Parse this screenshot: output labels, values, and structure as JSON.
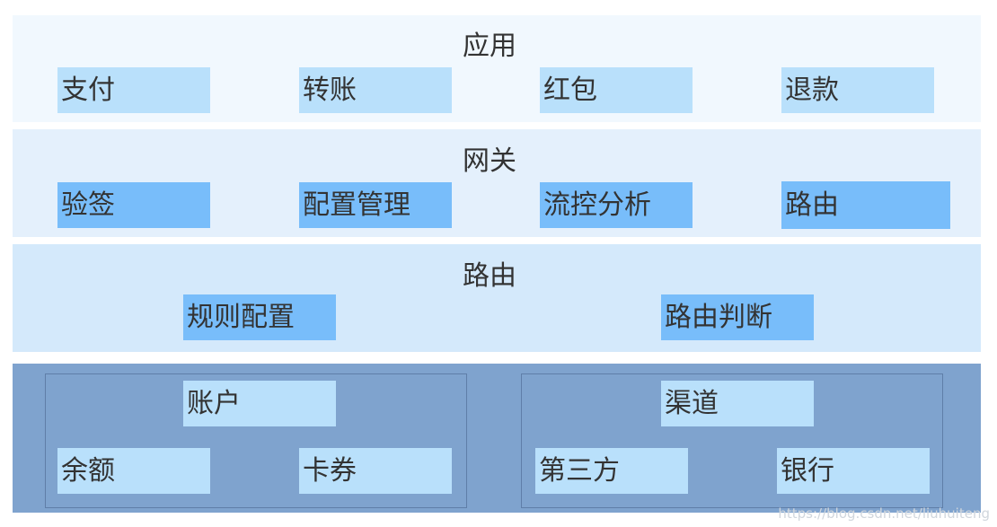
{
  "colors": {
    "app_layer_bg": "#f1f8fe",
    "gateway_layer_bg": "#e4f0fc",
    "routing_layer_bg": "#d4e9fb",
    "account_layer_bg": "#7fa3ce",
    "app_module": "#b9e0fb",
    "gateway_module": "#78bdfa",
    "routing_module": "#78bdfa",
    "account_module": "#b9e0fb",
    "group_frame_border": "#5f7ea8"
  },
  "layers": {
    "application": {
      "title": "应用",
      "modules": [
        "支付",
        "转账",
        "红包",
        "退款"
      ]
    },
    "gateway": {
      "title": "网关",
      "modules": [
        "验签",
        "配置管理",
        "流控分析",
        "路由"
      ]
    },
    "routing": {
      "title": "路由",
      "modules": [
        "规则配置",
        "路由判断"
      ]
    },
    "core": {
      "account_group": {
        "title": "账户",
        "modules": [
          "余额",
          "卡券"
        ]
      },
      "channel_group": {
        "title": "渠道",
        "modules": [
          "第三方",
          "银行"
        ]
      }
    }
  },
  "watermark": "https://blog.csdn.net/liuhuiteng"
}
